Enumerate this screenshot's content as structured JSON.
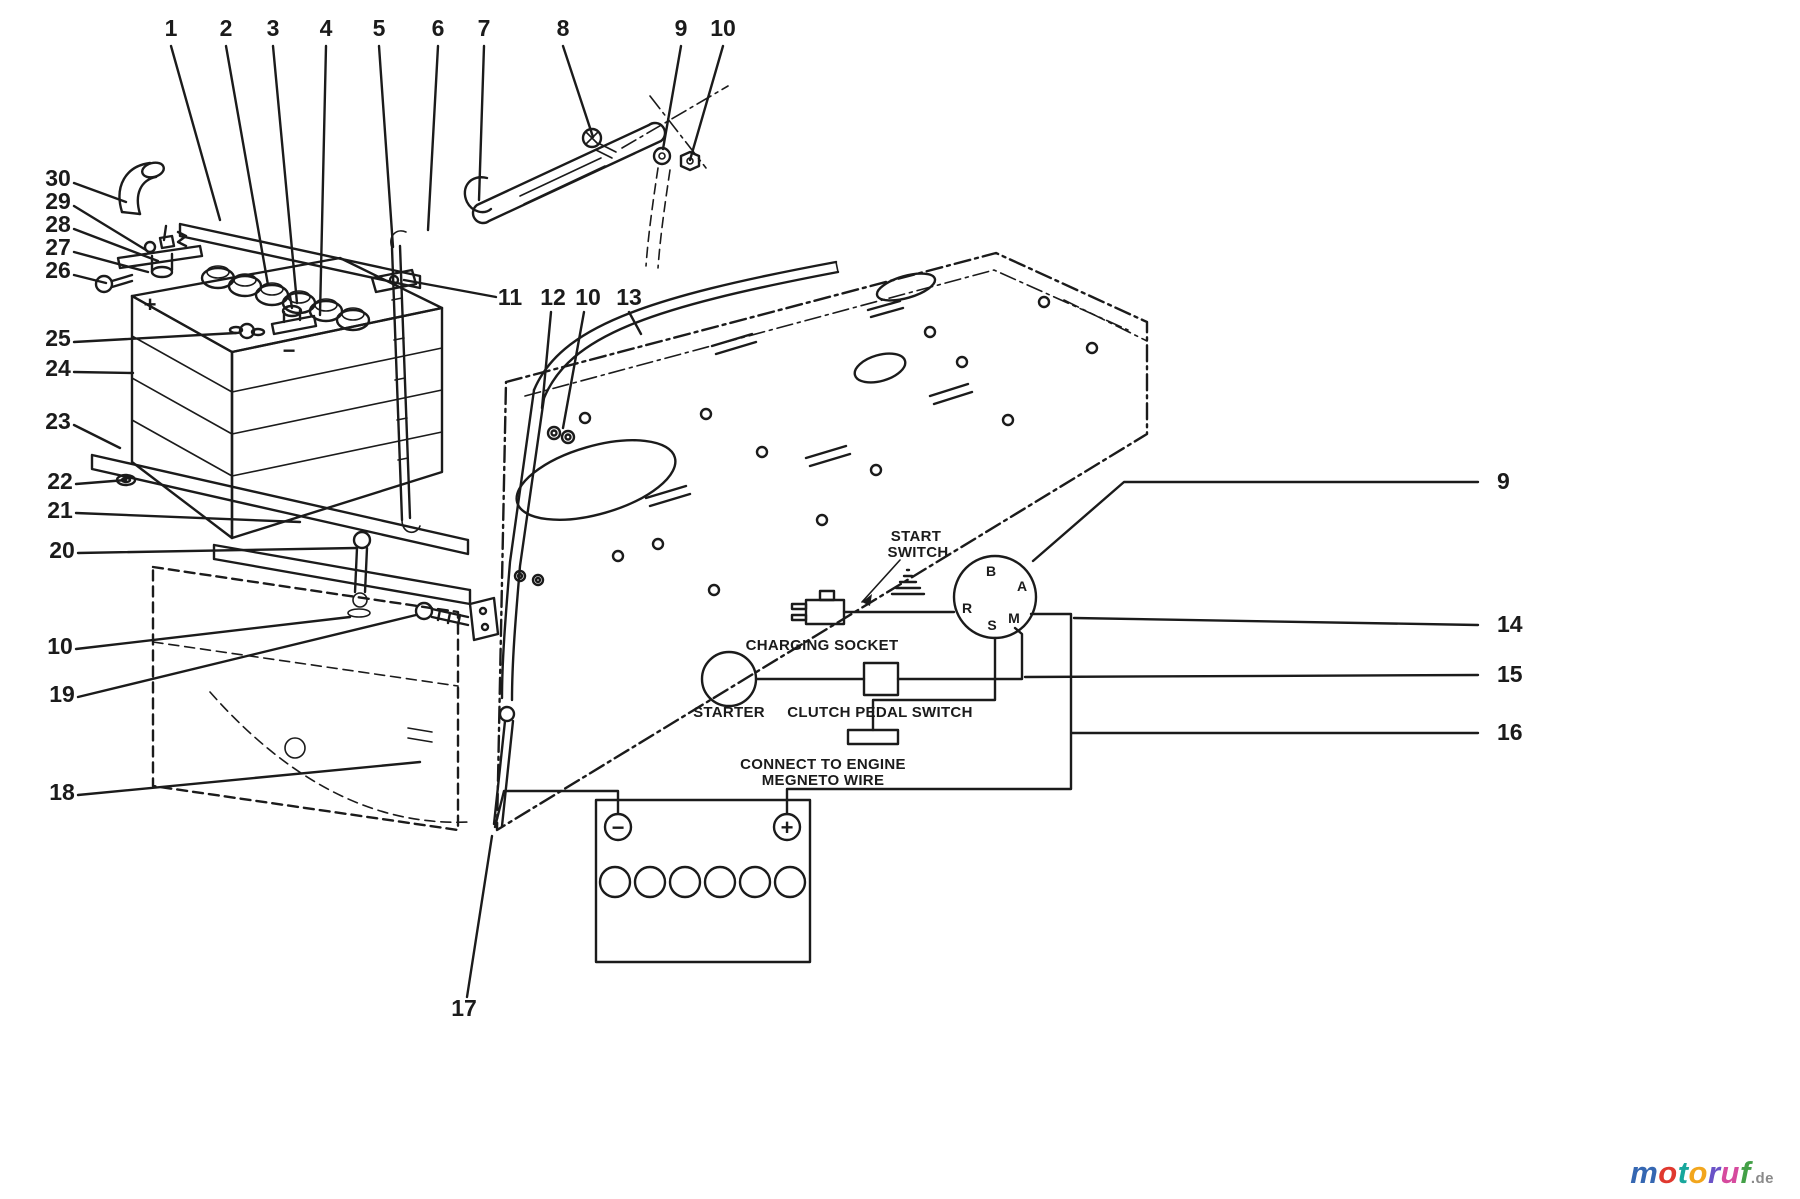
{
  "figure": {
    "background": "#ffffff",
    "line_color": "#1b1b1b"
  },
  "callouts": {
    "n1": "1",
    "n2": "2",
    "n3": "3",
    "n4": "4",
    "n5": "5",
    "n6": "6",
    "n7": "7",
    "n8": "8",
    "n9": "9",
    "n10": "10",
    "n11": "11",
    "n12": "12",
    "n13": "13",
    "n14": "14",
    "n15": "15",
    "n16": "16",
    "n17": "17",
    "n18": "18",
    "n19": "19",
    "n20": "20",
    "n21": "21",
    "n22": "22",
    "n23": "23",
    "n24": "24",
    "n25": "25",
    "n26": "26",
    "n27": "27",
    "n28": "28",
    "n29": "29",
    "n30": "30"
  },
  "battery": {
    "plus": "+",
    "minus": "−"
  },
  "schematic": {
    "start_switch_line1": "START",
    "start_switch_line2": "SWITCH",
    "terminal_b": "B",
    "terminal_a": "A",
    "terminal_r": "R",
    "terminal_s": "S",
    "terminal_m": "M",
    "charging_socket": "CHARGING SOCKET",
    "starter": "STARTER",
    "clutch_pedal_switch": "CLUTCH PEDAL SWITCH",
    "connect_line1": "CONNECT TO ENGINE",
    "connect_line2": "MEGNETO WIRE",
    "battery_minus": "−",
    "battery_plus": "+"
  },
  "watermark": {
    "letters": [
      {
        "char": "m",
        "color": "#3567b2"
      },
      {
        "char": "o",
        "color": "#e0392f"
      },
      {
        "char": "t",
        "color": "#18a79c"
      },
      {
        "char": "o",
        "color": "#f2a61d"
      },
      {
        "char": "r",
        "color": "#6a52c7"
      },
      {
        "char": "u",
        "color": "#d64a9e"
      },
      {
        "char": "f",
        "color": "#43a047"
      }
    ],
    "suffix": ".de",
    "suffix_color": "#8a8a8a"
  }
}
